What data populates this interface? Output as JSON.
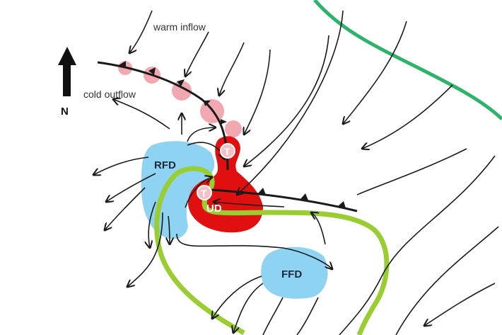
{
  "labels": {
    "warm_inflow": "warm inflow",
    "cold_outflow": "cold outflow",
    "north": "N",
    "rfd": "RFD",
    "ud": "UD",
    "ffd": "FFD",
    "tornado_1": "T",
    "tornado_2": "T"
  },
  "colors": {
    "rfd": "#8fd3f2",
    "ffd": "#8fd3f2",
    "updraft": "#e01010",
    "outflow_boundary": "#9acd32",
    "forward_boundary": "#2db36a",
    "pink": "#f2a8b0"
  }
}
